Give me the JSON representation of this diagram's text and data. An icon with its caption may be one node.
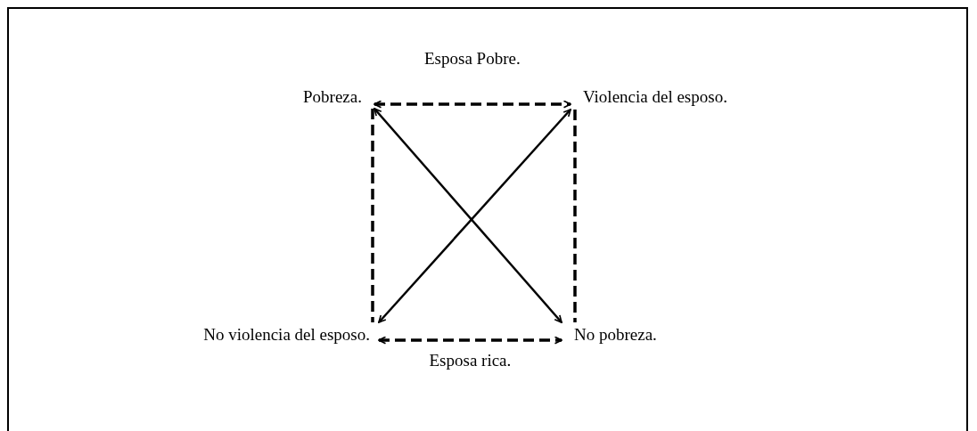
{
  "diagram": {
    "nodes": [
      {
        "text": [
          "Pobreza."
        ]
      },
      {
        "text": [
          "Violencia del esposo."
        ]
      },
      {
        "text": [
          "No violencia del esposo."
        ]
      },
      {
        "text": [
          "No pobreza."
        ]
      }
    ],
    "edges": [
      {
        "from": 0,
        "to": 1,
        "arrow": "both",
        "style": "dashed",
        "label": "Esposa Pobre."
      },
      {
        "from": 0,
        "to": 2,
        "arrow": "none",
        "style": "dashed"
      },
      {
        "from": 1,
        "to": 3,
        "arrow": "none",
        "style": "dashed"
      },
      {
        "from": 2,
        "to": 3,
        "arrow": "both",
        "style": "dashed",
        "label": "Esposa rica."
      },
      {
        "from": 0,
        "to": 3,
        "arrow": "both"
      },
      {
        "from": 1,
        "to": 2,
        "arrow": "both"
      }
    ]
  }
}
